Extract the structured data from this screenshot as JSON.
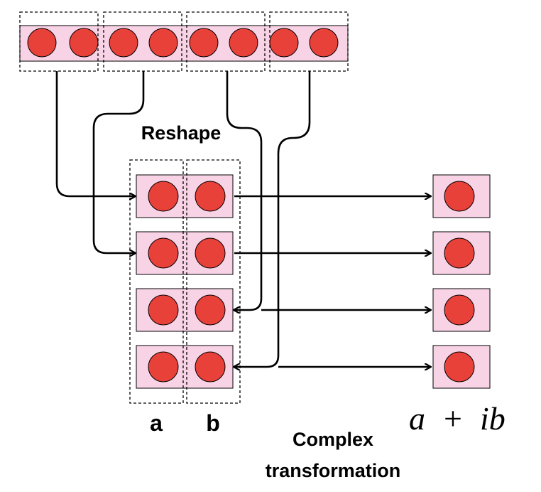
{
  "labels": {
    "reshape": "Reshape",
    "column_a": "a",
    "column_b": "b",
    "caption_line1": "Complex",
    "caption_line2": "transformation",
    "formula_a": "a",
    "formula_plus": "+",
    "formula_ib": "ib"
  },
  "colors": {
    "cell_fill": "#f8d3e6",
    "node_fill": "#e8413a",
    "stroke": "#000000"
  }
}
